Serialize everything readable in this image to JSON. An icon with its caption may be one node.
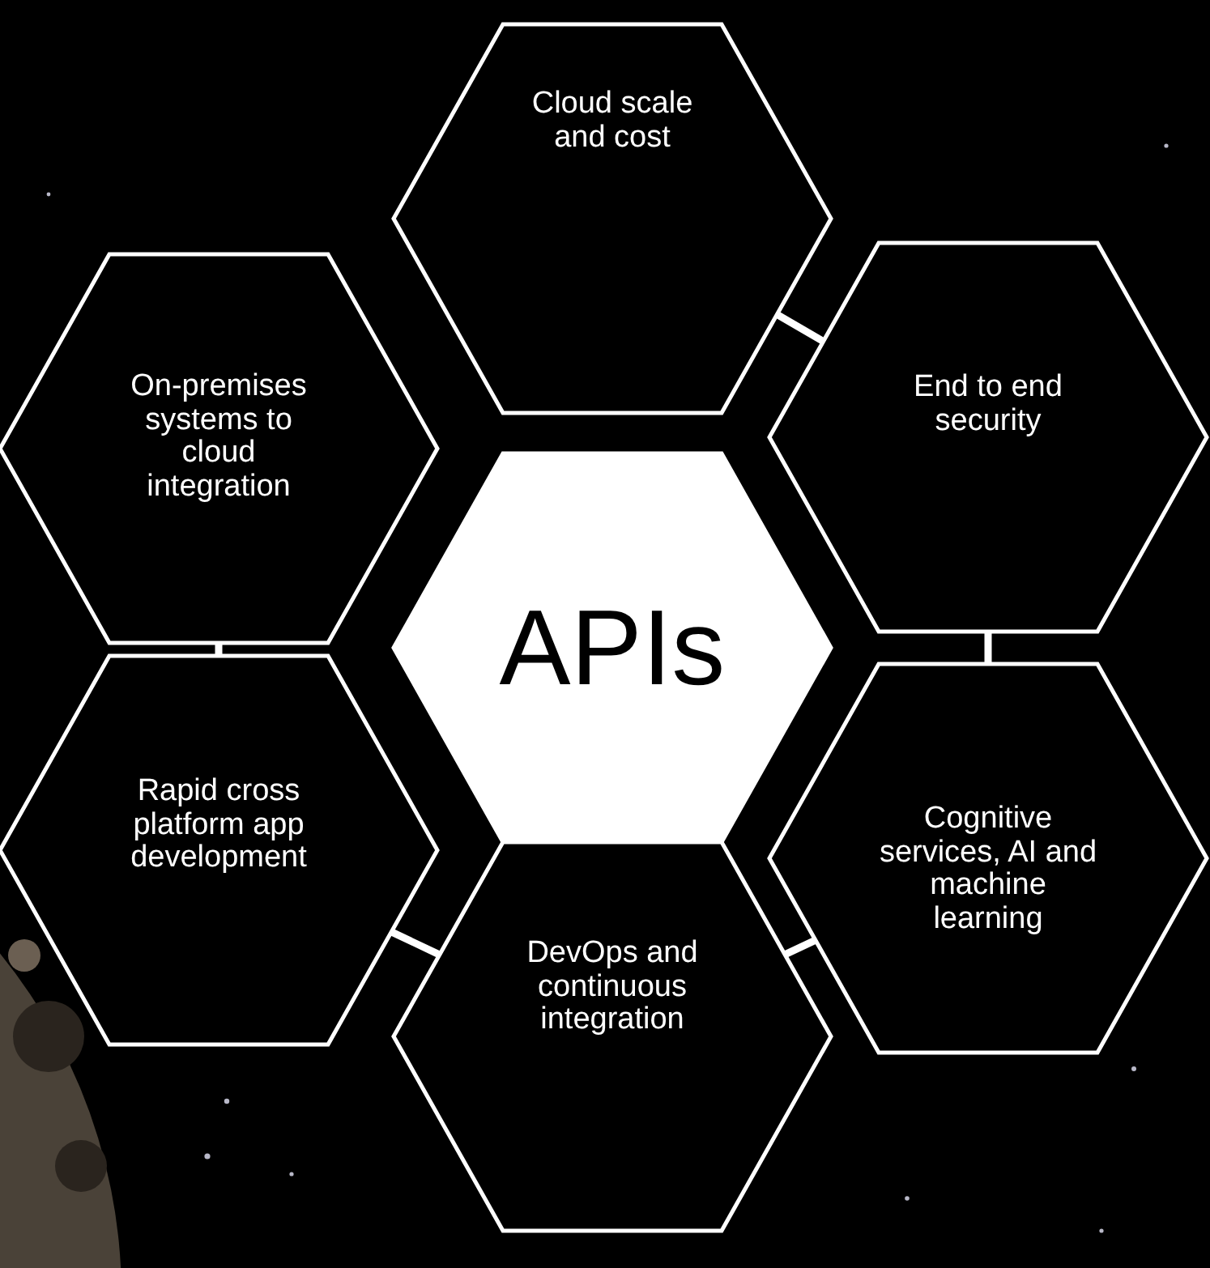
{
  "diagram": {
    "nodes": [
      {
        "text": [
          "APIs"
        ]
      },
      {
        "text": [
          "Cloud scale and cost"
        ]
      },
      {
        "text": [
          "End to end security"
        ]
      },
      {
        "text": [
          "On-premises systems to cloud integration"
        ]
      },
      {
        "text": [
          "Cognitive services, AI and machine learning"
        ]
      },
      {
        "text": [
          "Rapid cross platform app development"
        ]
      },
      {
        "text": [
          "DevOps and continuous integration"
        ]
      }
    ],
    "edges": [
      {
        "from": 1,
        "to": 2,
        "arrow": "none"
      },
      {
        "from": 2,
        "to": 4,
        "arrow": "none"
      },
      {
        "from": 4,
        "to": 6,
        "arrow": "none"
      },
      {
        "from": 6,
        "to": 5,
        "arrow": "none"
      },
      {
        "from": 5,
        "to": 3,
        "arrow": "none"
      }
    ]
  }
}
